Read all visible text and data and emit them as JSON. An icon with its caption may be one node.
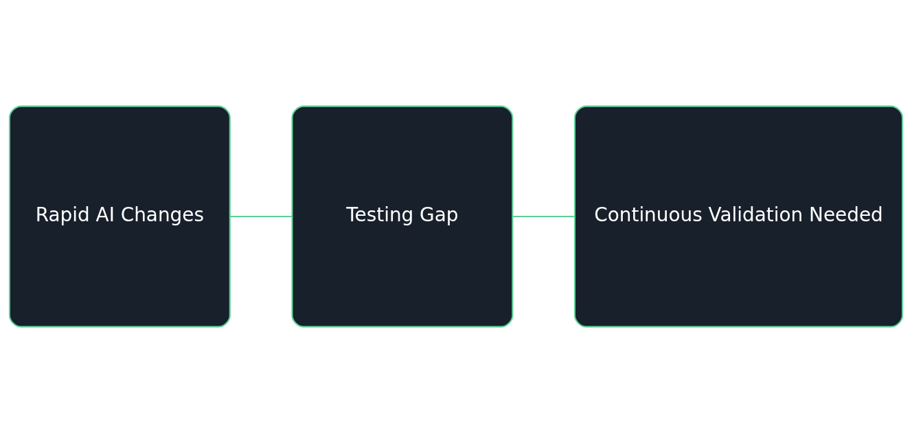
{
  "diagram": {
    "nodes": [
      {
        "text": [
          "Rapid AI Changes"
        ]
      },
      {
        "text": [
          "Testing Gap"
        ]
      },
      {
        "text": [
          "Continuous Validation Needed"
        ]
      }
    ],
    "edges": [
      {
        "from": 0,
        "to": 1,
        "arrow": "none"
      },
      {
        "from": 1,
        "to": 2,
        "arrow": "none"
      }
    ]
  }
}
